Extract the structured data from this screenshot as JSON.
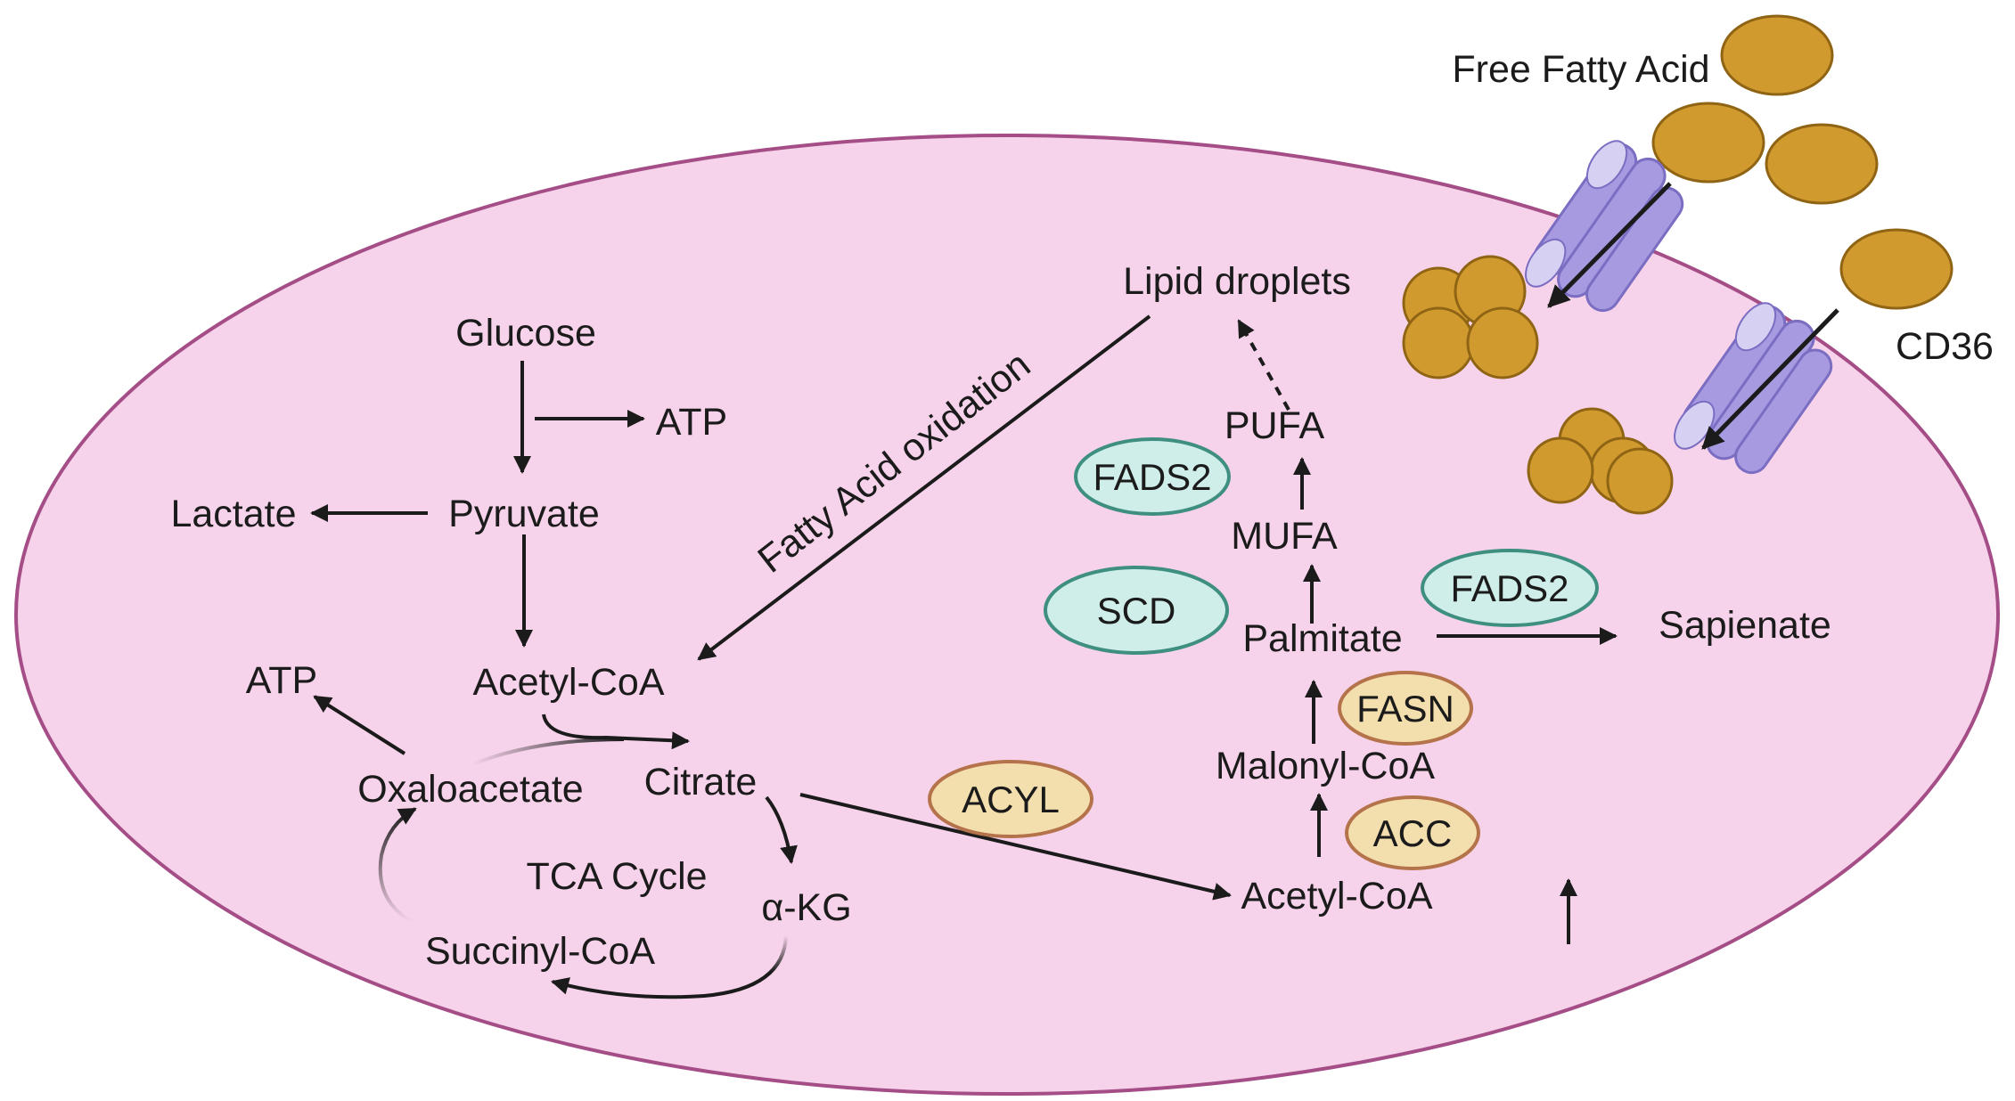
{
  "labels": {
    "free_fatty_acid": "Free Fatty Acid",
    "cd36": "CD36",
    "lipid_droplets": "Lipid droplets",
    "glucose": "Glucose",
    "atp_top": "ATP",
    "lactate": "Lactate",
    "pyruvate": "Pyruvate",
    "acetyl_coa_left": "Acetyl-CoA",
    "atp_left": "ATP",
    "oxaloacetate": "Oxaloacetate",
    "citrate": "Citrate",
    "tca_cycle": "TCA Cycle",
    "alpha_kg": "α-KG",
    "succinyl_coa": "Succinyl-CoA",
    "fatty_acid_oxidation": "Fatty Acid oxidation",
    "pufa": "PUFA",
    "mufa": "MUFA",
    "palmitate": "Palmitate",
    "sapienate": "Sapienate",
    "malonyl_coa": "Malonyl-CoA",
    "acetyl_coa_right": "Acetyl-CoA"
  },
  "enzymes": {
    "fads2_top": "FADS2",
    "scd": "SCD",
    "fads2_right": "FADS2",
    "fasn": "FASN",
    "acyl": "ACYL",
    "acc": "ACC"
  },
  "colors": {
    "cell_fill": "#f6d3ea",
    "cell_border": "#a44d86",
    "lipid": "#d19a2e",
    "lipid_border": "#8f6414",
    "teal_enzyme_fill": "#cfeee9",
    "teal_enzyme_border": "#3f8f80",
    "tan_enzyme_fill": "#f3dfad",
    "tan_enzyme_border": "#b5734b",
    "transporter": "#a79ae0",
    "transporter_light": "#d6d0f2"
  }
}
